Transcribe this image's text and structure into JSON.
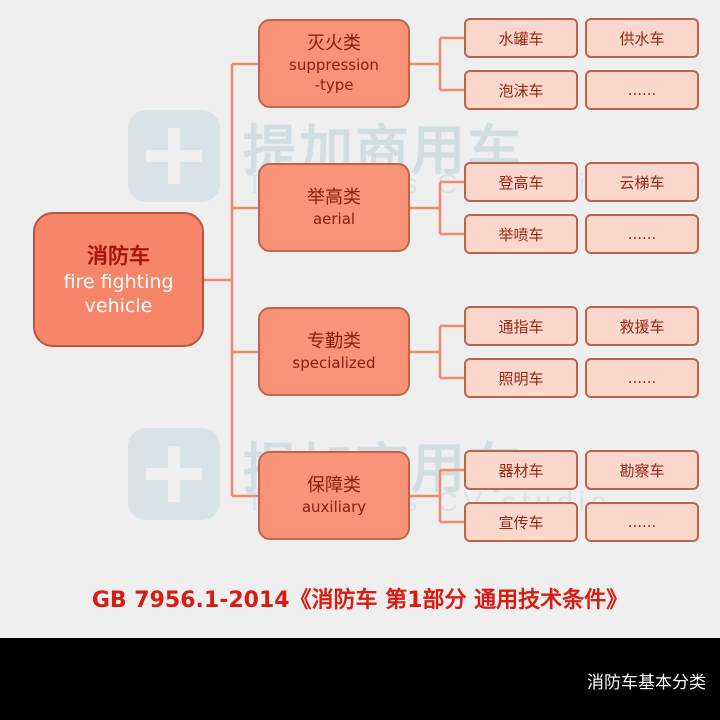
{
  "watermark": {
    "title": "提加商用车",
    "subtitle": "TruckPlus CV studio"
  },
  "root": {
    "zh": "消防车",
    "en_line1": "fire fighting",
    "en_line2": "vehicle"
  },
  "categories": [
    {
      "zh": "灭火类",
      "en_line1": "suppression",
      "en_line2": "-type",
      "items": [
        "水罐车",
        "供水车",
        "泡沫车",
        "......"
      ]
    },
    {
      "zh": "举高类",
      "en_line1": "aerial",
      "en_line2": "",
      "items": [
        "登高车",
        "云梯车",
        "举喷车",
        "......"
      ]
    },
    {
      "zh": "专勤类",
      "en_line1": "specialized",
      "en_line2": "",
      "items": [
        "通指车",
        "救援车",
        "照明车",
        "......"
      ]
    },
    {
      "zh": "保障类",
      "en_line1": "auxiliary",
      "en_line2": "",
      "items": [
        "器材车",
        "勘察车",
        "宣传车",
        "......"
      ]
    }
  ],
  "standard": "GB 7956.1-2014《消防车 第1部分 通用技术条件》",
  "caption": "消防车基本分类",
  "colors": {
    "connector": "#f4896b",
    "title_red": "#d81c12"
  }
}
